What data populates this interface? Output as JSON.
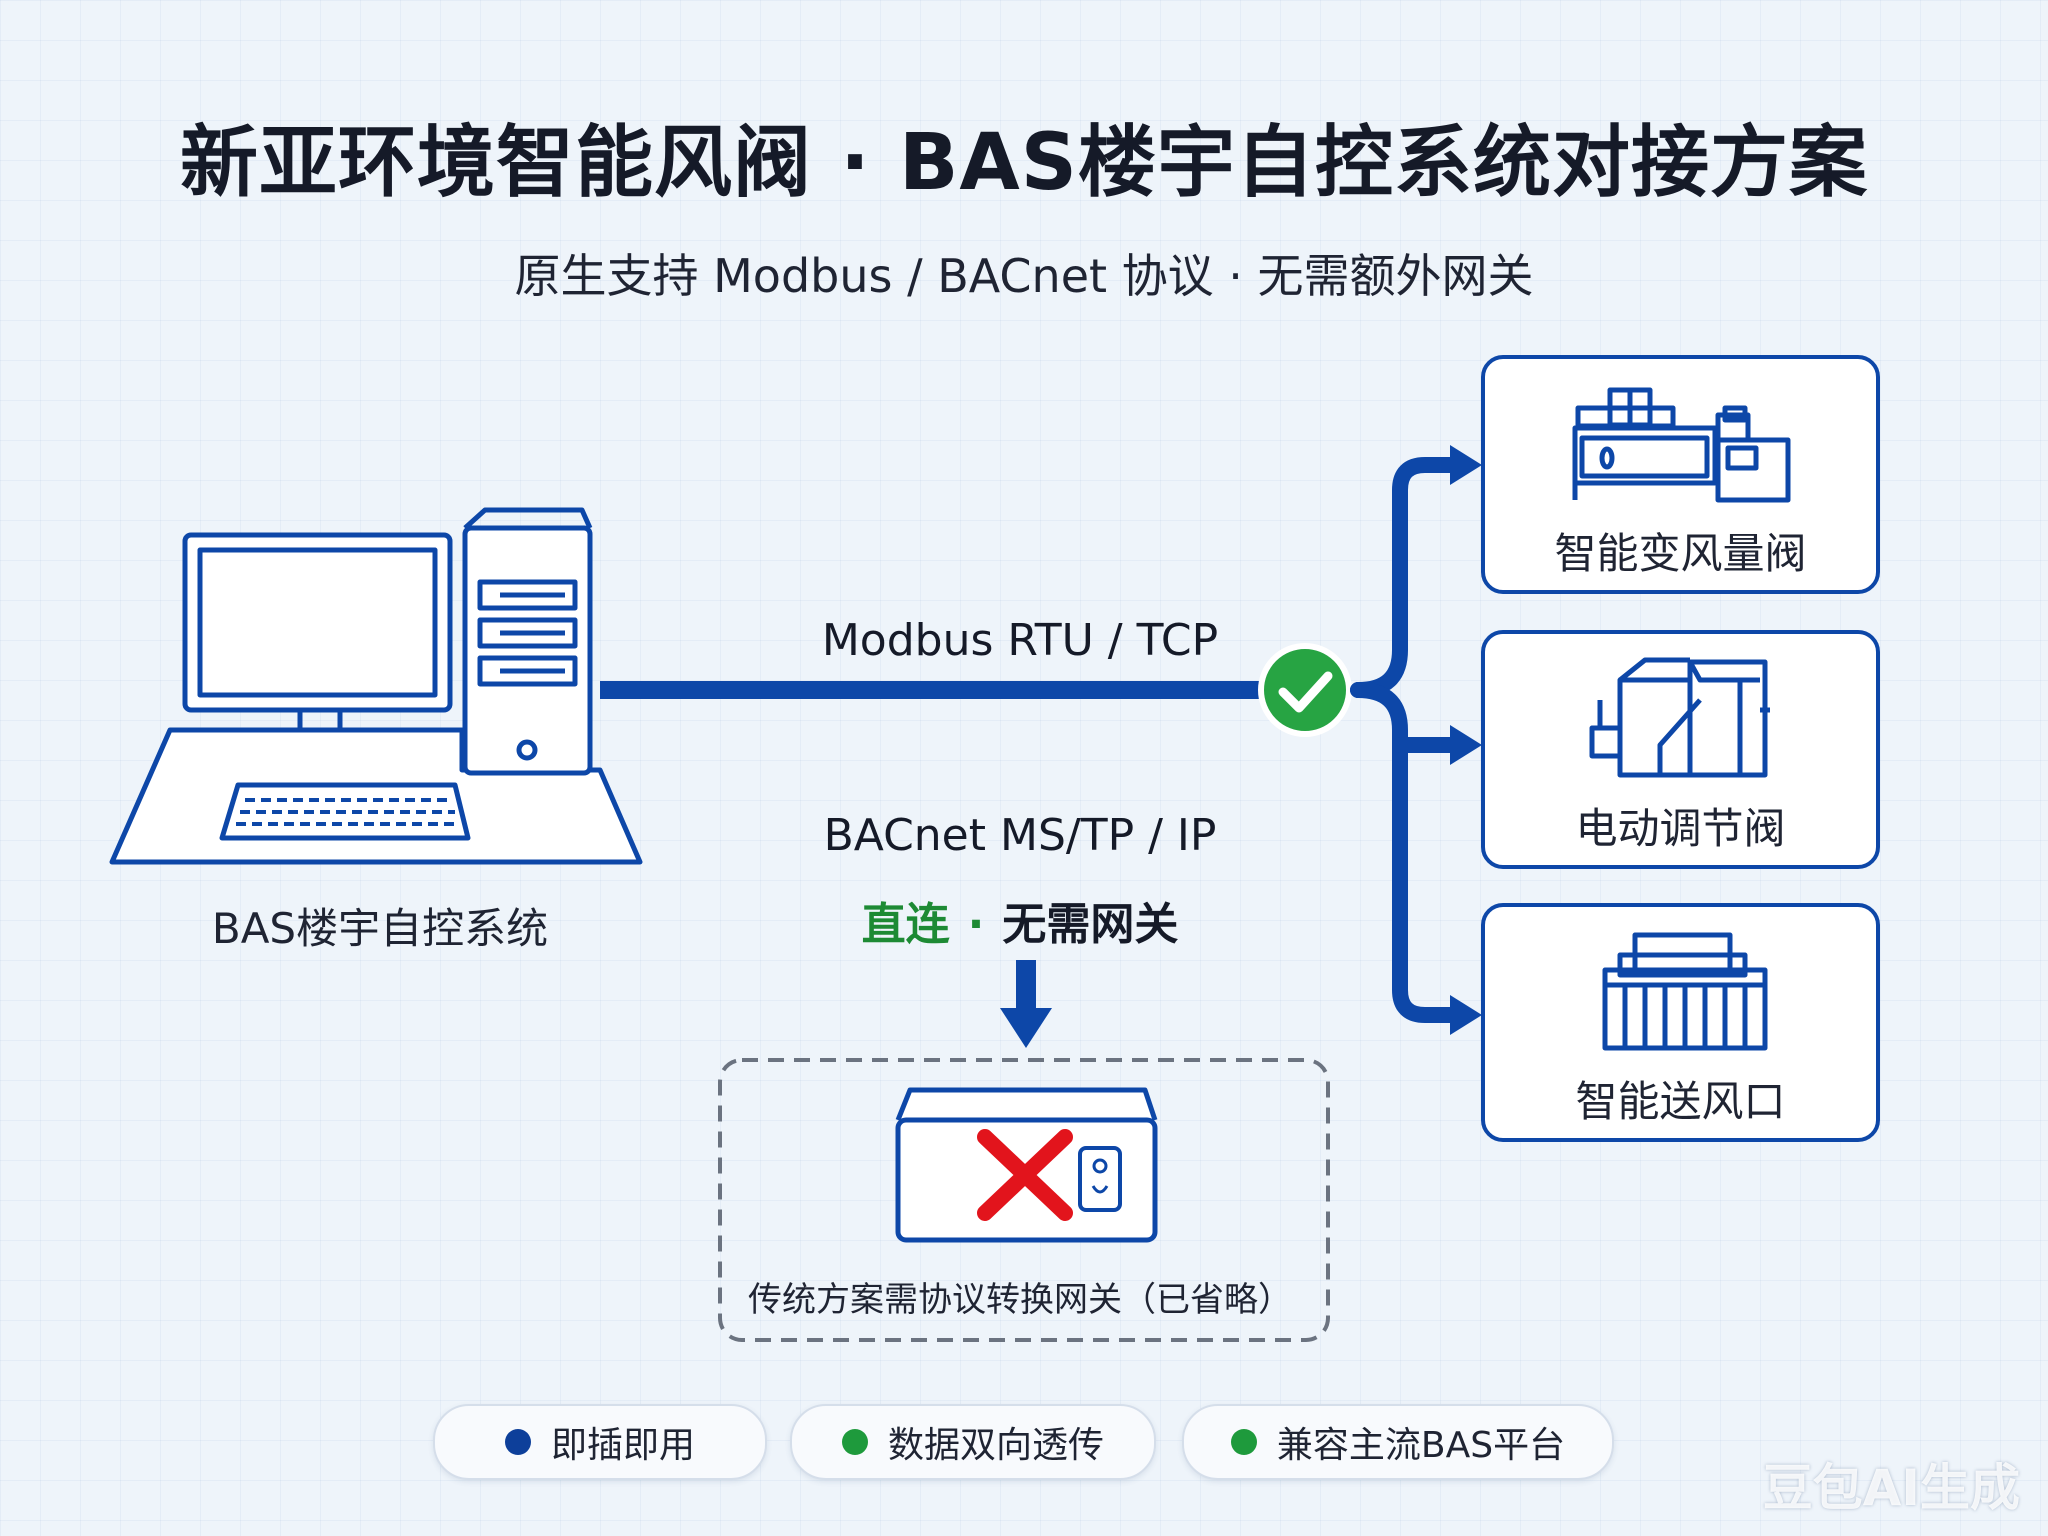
{
  "title": "新亚环境智能风阀 · BAS楼宇自控系统对接方案",
  "subtitle": "原生支持 Modbus / BACnet 协议 · 无需额外网关",
  "bas": {
    "label": "BAS楼宇自控系统"
  },
  "protocols": {
    "modbus": "Modbus RTU / TCP",
    "bacnet": "BACnet MS/TP / IP",
    "direct_green": "直连",
    "direct_dot": "·",
    "direct_rest": "无需网关"
  },
  "devices": [
    {
      "label": "智能变风量阀",
      "icon": "vav-valve-icon"
    },
    {
      "label": "电动调节阀",
      "icon": "motorized-valve-icon"
    },
    {
      "label": "智能送风口",
      "icon": "air-diffuser-icon"
    }
  ],
  "gateway": {
    "label": "传统方案需协议转换网关（已省略）",
    "icon": "crossed-gateway-icon"
  },
  "features": [
    {
      "label": "即插即用",
      "color": "#0d3f9a"
    },
    {
      "label": "数据双向透传",
      "color": "#1e9a3c"
    },
    {
      "label": "兼容主流BAS平台",
      "color": "#1e9a3c"
    }
  ],
  "watermark": "豆包AI生成",
  "colors": {
    "line": "#0d47a8",
    "check": "#27a443",
    "cross": "#e2141c"
  }
}
